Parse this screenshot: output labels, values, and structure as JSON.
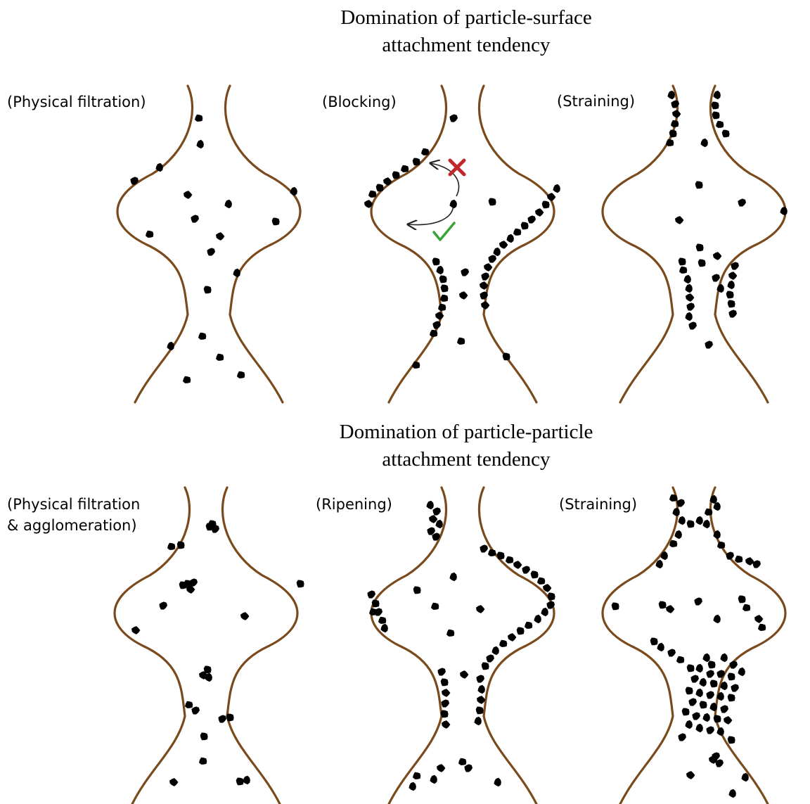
{
  "headings": {
    "top": {
      "line1": "Domination of particle-surface",
      "line2": "attachment tendency"
    },
    "bottom": {
      "line1": "Domination of particle-particle",
      "line2": "attachment tendency"
    }
  },
  "panels": [
    {
      "id": "surface-physical-filtration",
      "label_lines": [
        "(Physical filtration)"
      ]
    },
    {
      "id": "surface-blocking",
      "label_lines": [
        "(Blocking)"
      ]
    },
    {
      "id": "surface-straining",
      "label_lines": [
        "(Straining)"
      ]
    },
    {
      "id": "particle-physical-filtration-agglomeration",
      "label_lines": [
        "(Physical filtration",
        "& agglomeration)"
      ]
    },
    {
      "id": "particle-ripening",
      "label_lines": [
        "(Ripening)"
      ]
    },
    {
      "id": "particle-straining",
      "label_lines": [
        "(Straining)"
      ]
    }
  ],
  "colors": {
    "pore_wall": "#7a4a1c",
    "particle": "#000000",
    "reject_mark": "#c0282d",
    "accept_mark": "#3aa335"
  },
  "icons": {
    "reject": "cross-icon",
    "accept": "check-icon"
  }
}
